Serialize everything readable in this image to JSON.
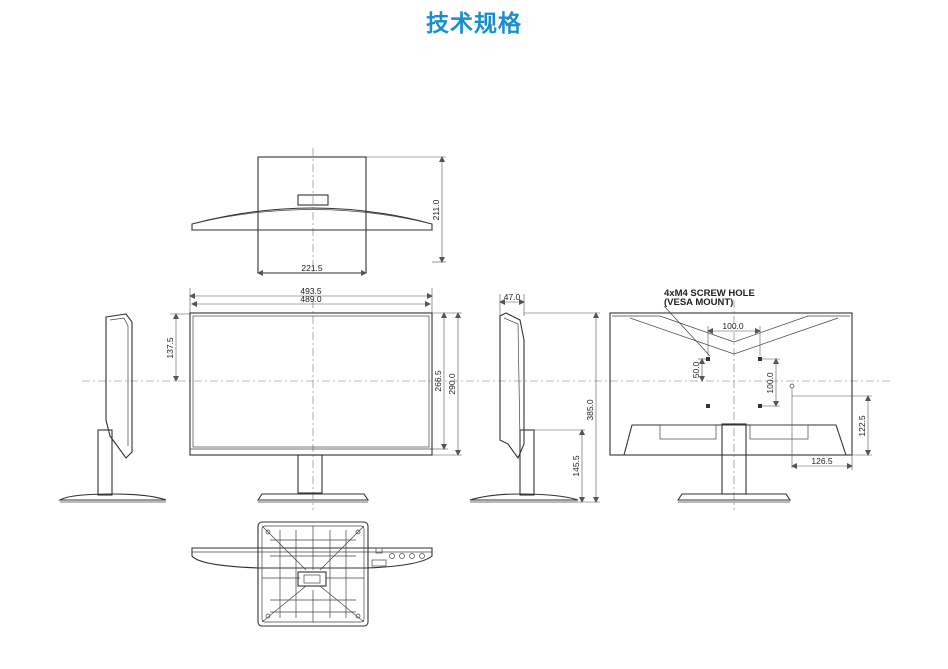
{
  "title": "技术规格",
  "colors": {
    "title": "#1a8fcf",
    "line": "#333333"
  },
  "dimensions": {
    "top_depth": "211.0",
    "top_width": "221.5",
    "overall_width": "493.5",
    "screen_width": "489.0",
    "side_upper": "137.5",
    "panel_height": "266.5",
    "bezel_height": "290.0",
    "total_depth": "47.0",
    "total_height": "385.0",
    "stand_height": "145.5",
    "vesa_h": "100.0",
    "vesa_v_left": "50.0",
    "vesa_v": "100.0",
    "rear_height": "122.5",
    "rear_offset": "126.5"
  },
  "annotations": {
    "screw_line1": "4xM4 SCREW HOLE",
    "screw_line2": "(VESA MOUNT)"
  }
}
